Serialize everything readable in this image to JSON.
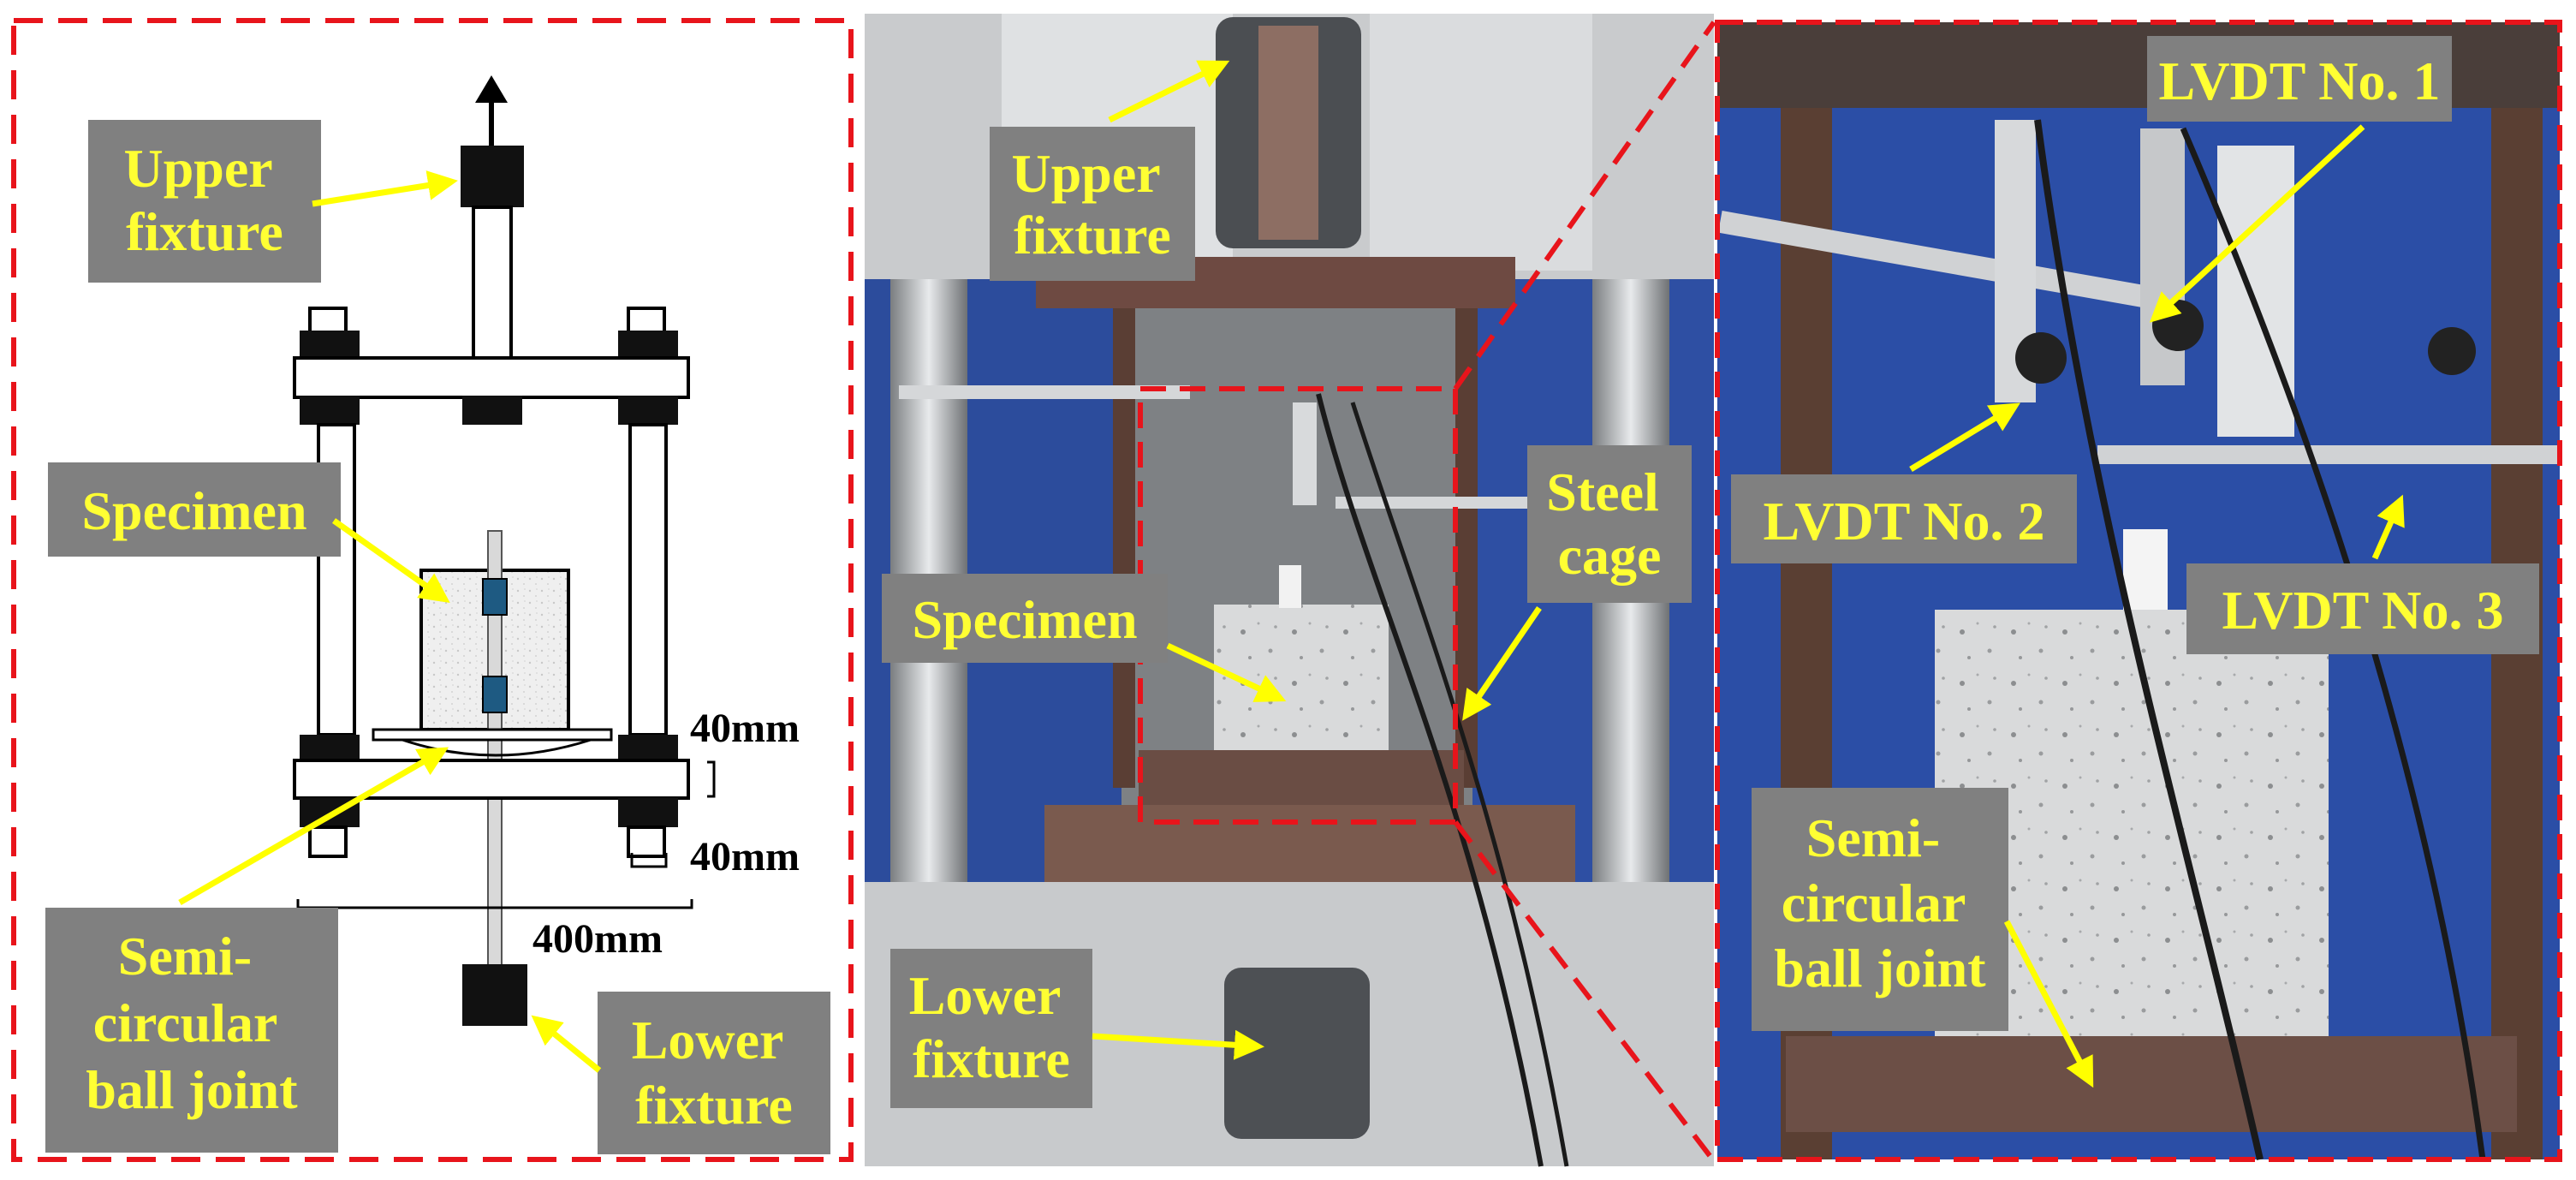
{
  "panel_a": {
    "labels": {
      "upper_fixture": [
        "Upper",
        "fixture"
      ],
      "specimen": [
        "Specimen"
      ],
      "ball_joint": [
        "Semi-",
        "circular",
        "ball joint"
      ],
      "lower_fixture": [
        "Lower",
        "fixture"
      ]
    },
    "dimensions": {
      "gap_top": "40mm",
      "gap_bottom": "40mm",
      "width": "400mm"
    }
  },
  "panel_b": {
    "labels": {
      "upper_fixture": [
        "Upper",
        "fixture"
      ],
      "steel_cage": [
        "Steel",
        "cage"
      ],
      "specimen": [
        "Specimen"
      ],
      "lower_fixture": [
        "Lower",
        "fixture"
      ]
    }
  },
  "panel_c": {
    "labels": {
      "lvdt1": [
        "LVDT No. 1"
      ],
      "lvdt2": [
        "LVDT No. 2"
      ],
      "lvdt3": [
        "LVDT No. 3"
      ],
      "ball_joint": [
        "Semi-",
        "circular",
        "ball joint"
      ]
    }
  },
  "colors": {
    "frame_dash": "#e8141b",
    "label_box": "#808080",
    "label_text": "#ffff33",
    "arrow": "#ffff00",
    "tie_rod": "#1e5a82",
    "fixture_block": "#111111"
  }
}
